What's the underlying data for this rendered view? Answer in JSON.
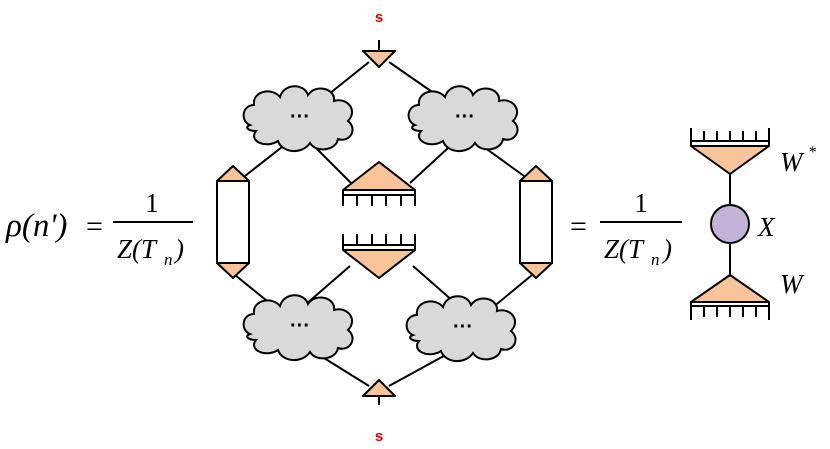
{
  "equation": {
    "lhs": "ρ(n')",
    "equals": "=",
    "numerator": "1",
    "denominator": "Z(T",
    "denominator_sub": "n",
    "denominator_close": ")"
  },
  "labels": {
    "top_site": "s",
    "bottom_site": "s",
    "cloud_dots": "···",
    "w_star": "W",
    "w_star_sup": "*",
    "x": "X",
    "w": "W"
  },
  "colors": {
    "site_label": "#e00000",
    "tensor": "#f9c49a",
    "cloud": "#d9d9d9",
    "node": "#c4b2d9"
  }
}
